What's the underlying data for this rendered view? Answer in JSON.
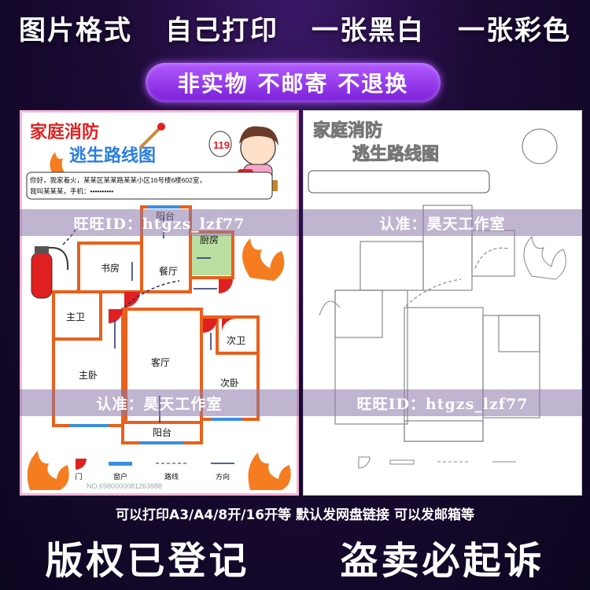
{
  "top_banner": [
    "图片格式",
    "自己打印",
    "一张黑白",
    "一张彩色"
  ],
  "pill_text": "非实物 不邮寄 不退换",
  "poster": {
    "title_line1": "家庭消防",
    "title_line2": "逃生路线图",
    "phone_number": "119",
    "call_text_line1": "你好，我家着火，某某区某某路某某小区16号楼6楼602室，",
    "call_text_line2": "我叫某某某，手机：••••••••••",
    "rooms": {
      "balcony_top": "阳台",
      "kitchen": "厨房",
      "study": "书房",
      "dining": "餐厅",
      "master_bath": "主卫",
      "second_bath": "次卫",
      "living": "客厅",
      "master_bed": "主卧",
      "second_bed": "次卧",
      "balcony_bottom": "阳台"
    },
    "legend": [
      "门",
      "窗户",
      "路线",
      "方向"
    ],
    "serial": "NO.6980000081263988"
  },
  "watermarks": {
    "wangwang": "旺旺ID：htgzs_lzf77",
    "studio": "认准：昊天工作室"
  },
  "footer_line": "可以打印A3/A4/8开/16开等 默认发网盘链接 可以发邮箱等",
  "footer_big": [
    "版权已登记",
    "盗卖必起诉"
  ],
  "colors": {
    "wall": "#e8601c",
    "window": "#3b8fe0",
    "route": "#1f2d6b",
    "door": "#e02020",
    "pill": "#9b3cf0",
    "poster_border": "#f4b6d8"
  }
}
